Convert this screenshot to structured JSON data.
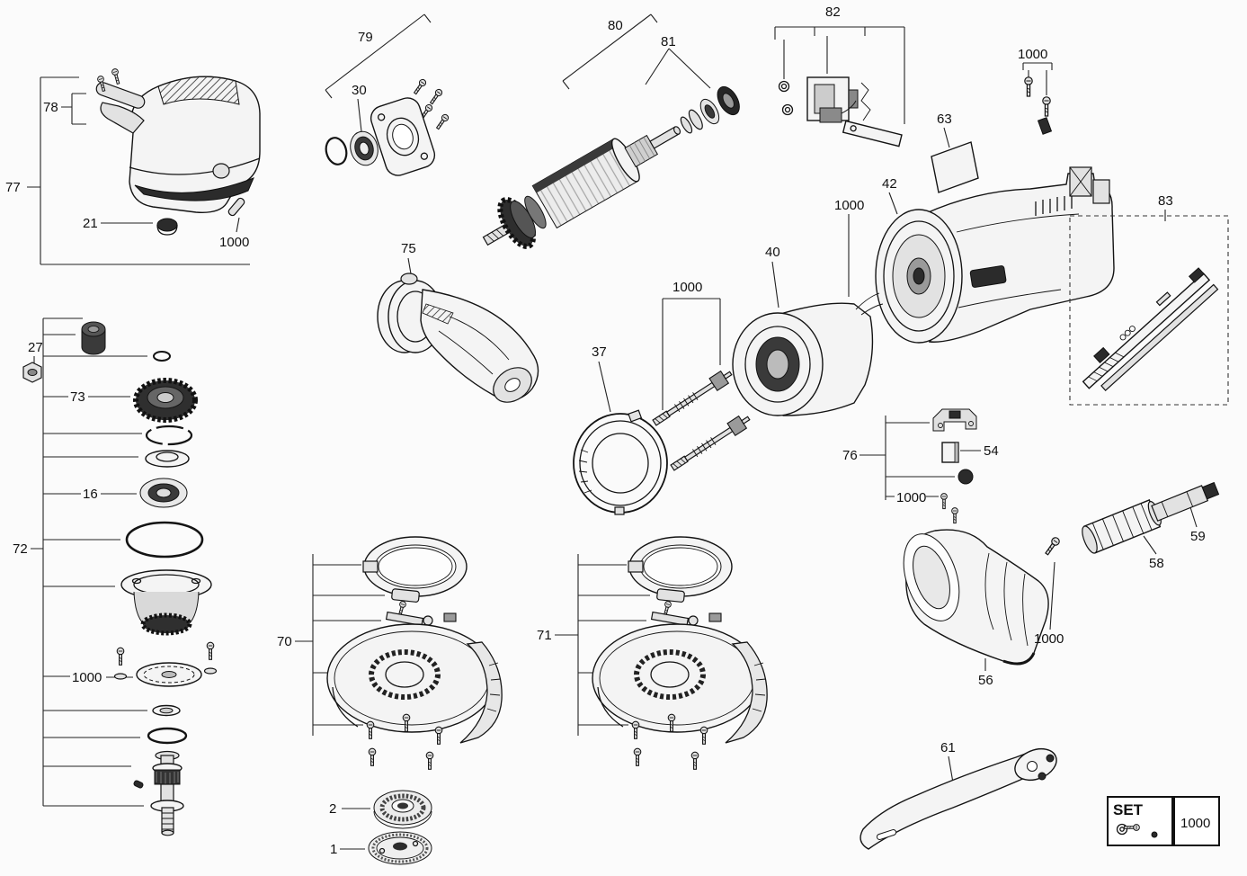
{
  "labels": {
    "l78": "78",
    "l77": "77",
    "l21": "21",
    "l27": "27",
    "l73": "73",
    "l16": "16",
    "l72": "72",
    "l79": "79",
    "l30": "30",
    "l75": "75",
    "l80": "80",
    "l81": "81",
    "l82": "82",
    "l63": "63",
    "l42": "42",
    "l83": "83",
    "l40": "40",
    "l37": "37",
    "l76": "76",
    "l54": "54",
    "l58": "58",
    "l59": "59",
    "l56": "56",
    "l70": "70",
    "l71": "71",
    "l61": "61",
    "l2": "2",
    "l1": "1",
    "l1000_a": "1000",
    "l1000_b": "1000",
    "l1000_c": "1000",
    "l1000_d": "1000",
    "l1000_e": "1000",
    "l1000_f": "1000",
    "l1000_g": "1000",
    "l1000_h": "1000",
    "set_label": "SET"
  }
}
